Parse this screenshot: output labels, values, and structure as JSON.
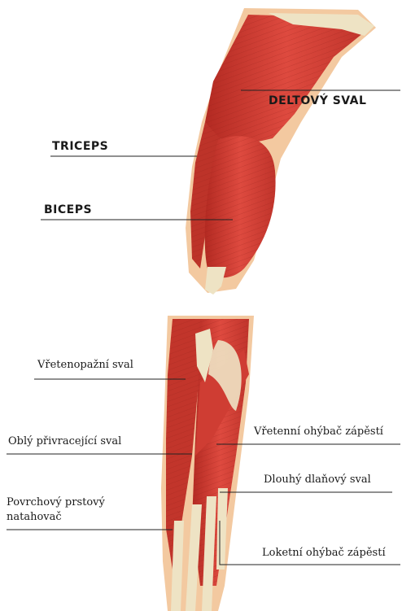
{
  "labels": {
    "deltoid": "DELTOVÝ SVAL",
    "triceps": "TRICEPS",
    "biceps": "BICEPS",
    "brachioradialis": "Vřetenopažní sval",
    "pronator_teres": "Oblý přivracející sval",
    "finger_extensor_line1": "Povrchový prstový",
    "finger_extensor_line2": "natahovač",
    "flexor_carpi_radialis": "Vřetenní ohýbač zápěstí",
    "palmaris_longus": "Dlouhý dlaňový sval",
    "flexor_carpi_ulnaris": "Loketní ohýbač zápěstí"
  },
  "colors": {
    "muscle": "#d9433a",
    "muscle_dark": "#a9261f",
    "tendon": "#eee3c4",
    "skin_outline": "#f3c9a0",
    "leader_line": "#222222"
  }
}
